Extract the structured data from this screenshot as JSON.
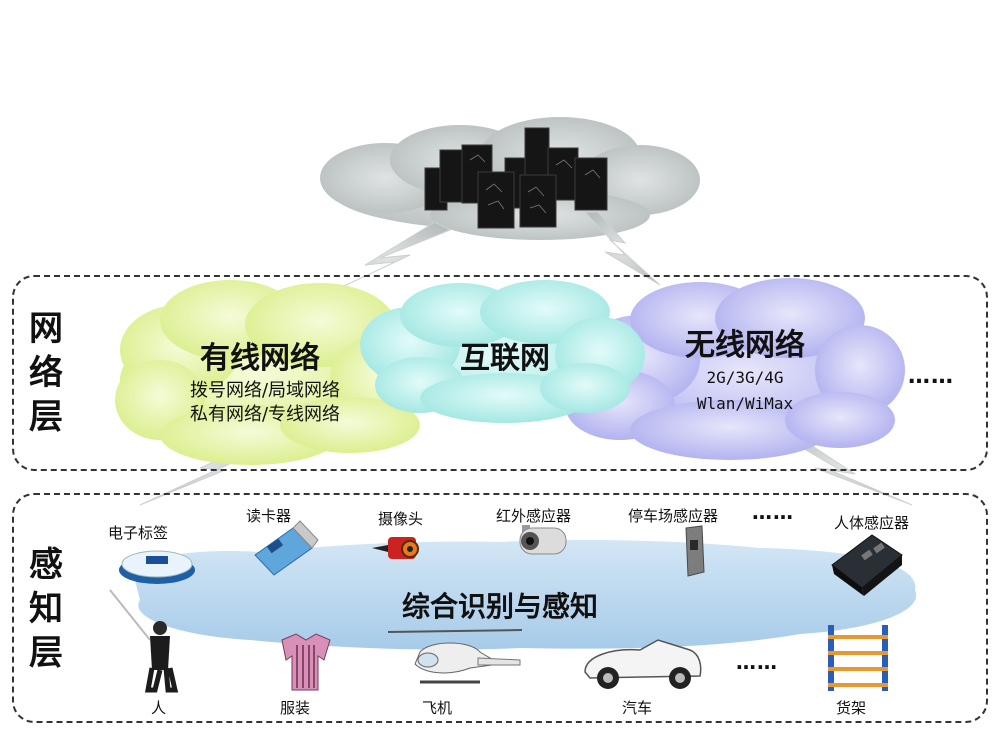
{
  "network_layer": {
    "title": "网络层",
    "wired": {
      "title": "有线网络",
      "line1": "拨号网络/局域网络",
      "line2": "私有网络/专线网络"
    },
    "internet": {
      "title": "互联网"
    },
    "wireless": {
      "title": "无线网络",
      "line1": "2G/3G/4G",
      "line2": "Wlan/WiMax"
    },
    "ellipsis": "……"
  },
  "perception_layer": {
    "title": "感知层",
    "center_label": "综合识别与感知",
    "top_devices": [
      "电子标签",
      "读卡器",
      "摄像头",
      "红外感应器",
      "停车场感应器",
      "人体感应器"
    ],
    "top_ellipsis": "……",
    "bottom_objects": [
      "人",
      "服装",
      "飞机",
      "汽车",
      "货架"
    ],
    "bottom_ellipsis": "……"
  },
  "colors": {
    "wired_cloud": "#e6f5a8",
    "internet_cloud": "#b9f0ec",
    "wireless_cloud": "#c4c4f5",
    "top_cloud": "#c8cdcd",
    "perception_cloud": "#bcd8ee",
    "lightning": "#e6e6e6"
  },
  "icons": [
    "server-cluster-icon",
    "rfid-tag-icon",
    "card-reader-icon",
    "camera-icon",
    "infrared-camera-icon",
    "parking-sensor-icon",
    "body-sensor-icon",
    "person-icon",
    "clothing-icon",
    "helicopter-icon",
    "car-icon",
    "shelf-icon"
  ]
}
